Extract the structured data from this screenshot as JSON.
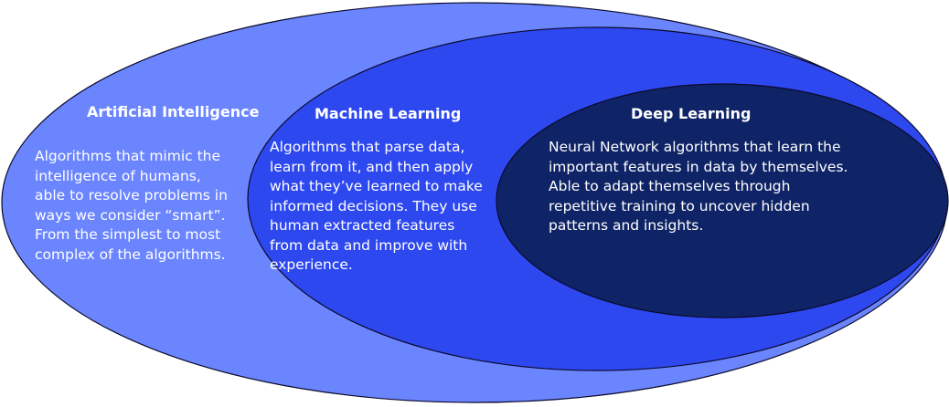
{
  "diagram": {
    "colors": {
      "outer_ellipse": "#6b85ff",
      "middle_ellipse": "#2e48f0",
      "inner_ellipse": "#0f2466",
      "outline": "#0a0a2a",
      "text": "#ffffff"
    },
    "artificial_intelligence": {
      "title": "Artificial Intelligence",
      "lines": [
        "Algorithms that mimic the",
        "intelligence of humans,",
        "able to resolve problems in",
        "ways we consider “smart”.",
        "From the simplest to most",
        "complex of the algorithms."
      ]
    },
    "machine_learning": {
      "title": "Machine Learning",
      "lines": [
        "Algorithms that parse data,",
        "learn from it, and then apply",
        "what they’ve learned to make",
        "informed decisions. They use",
        "human extracted features",
        "from data and improve with",
        "experience."
      ]
    },
    "deep_learning": {
      "title": "Deep Learning",
      "lines": [
        "Neural Network algorithms that learn the",
        "important features in data by themselves.",
        "Able to adapt themselves through",
        "repetitive training to uncover hidden",
        "patterns and insights."
      ]
    }
  }
}
